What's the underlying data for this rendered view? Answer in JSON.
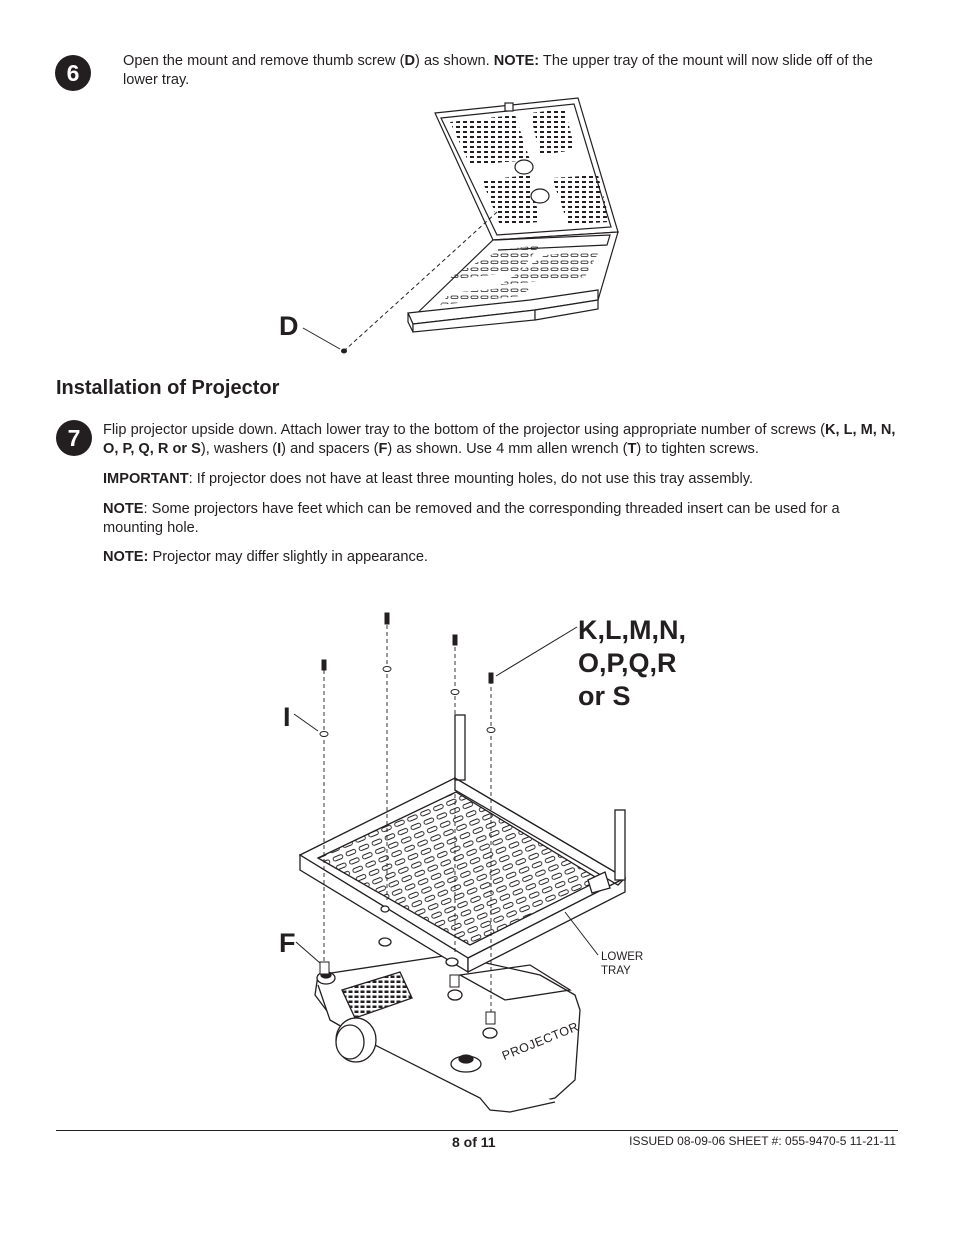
{
  "step6": {
    "number": "6",
    "text": {
      "t1": "Open the mount and remove thumb screw (",
      "b1": "D",
      "t2": ") as shown.  ",
      "b2": "NOTE:",
      "t3": " The upper tray of the mount will now slide off of the lower tray."
    },
    "callout": "D"
  },
  "section": {
    "heading": "Installation of Projector"
  },
  "step7": {
    "number": "7",
    "text": {
      "t1": "Flip projector upside down. Attach lower tray to the bottom of the projector using appropriate number of screws (",
      "b1": "K, L, M, N, O, P, Q, R or S",
      "t2": "), washers (",
      "b2": "I",
      "t3": ") and spacers (",
      "b3": "F",
      "t4": ") as shown. Use 4 mm allen wrench (",
      "b4": "T",
      "t5": ") to  tighten screws."
    },
    "important": {
      "label": "IMPORTANT",
      "text": ": If projector does not have at least three mounting holes, do not use this tray assembly."
    },
    "note1": {
      "label": "NOTE",
      "text": ": Some projectors have feet which can be removed and the corresponding threaded insert can be used for a mounting hole."
    },
    "note2": {
      "label": "NOTE:",
      "text": " Projector may differ slightly in appearance."
    },
    "callouts": {
      "screws_line1": "K,L,M,N,",
      "screws_line2": "O,P,Q,R",
      "screws_line3": "or S",
      "washer": "I",
      "spacer": "F",
      "tray_line1": "LOWER",
      "tray_line2": "TRAY",
      "projector": "PROJECTOR"
    }
  },
  "footer": {
    "page": "8 of 11",
    "issued": "ISSUED 08-09-06 SHEET #: 055-9470-5  11-21-11"
  }
}
